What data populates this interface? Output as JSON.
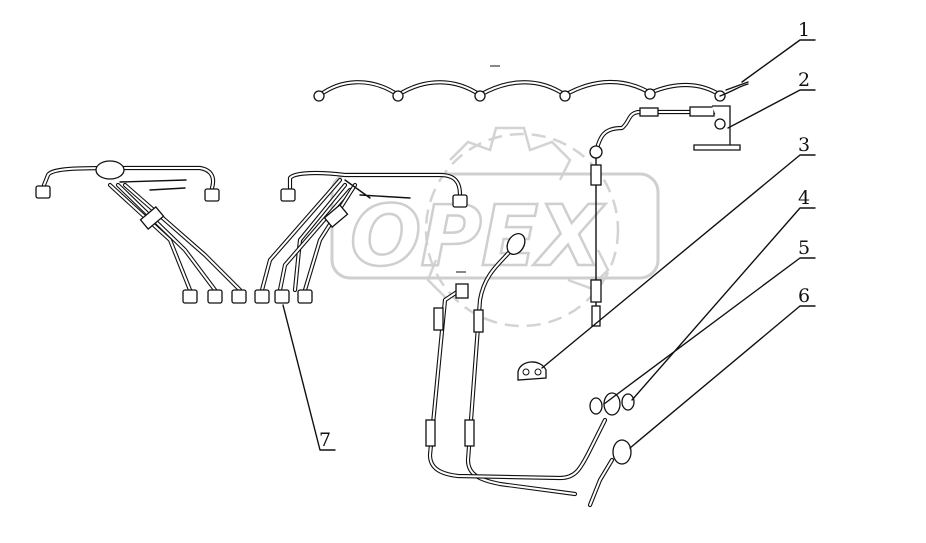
{
  "diagram": {
    "callouts": [
      {
        "id": "callout-1",
        "label": "1"
      },
      {
        "id": "callout-2",
        "label": "2"
      },
      {
        "id": "callout-3",
        "label": "3"
      },
      {
        "id": "callout-4",
        "label": "4"
      },
      {
        "id": "callout-5",
        "label": "5"
      },
      {
        "id": "callout-6",
        "label": "6"
      },
      {
        "id": "callout-7",
        "label": "7"
      }
    ]
  },
  "watermark": {
    "text": "OPEX"
  },
  "colors": {
    "line": "#111111",
    "watermark": "#cfcfcf",
    "background": "#ffffff"
  }
}
